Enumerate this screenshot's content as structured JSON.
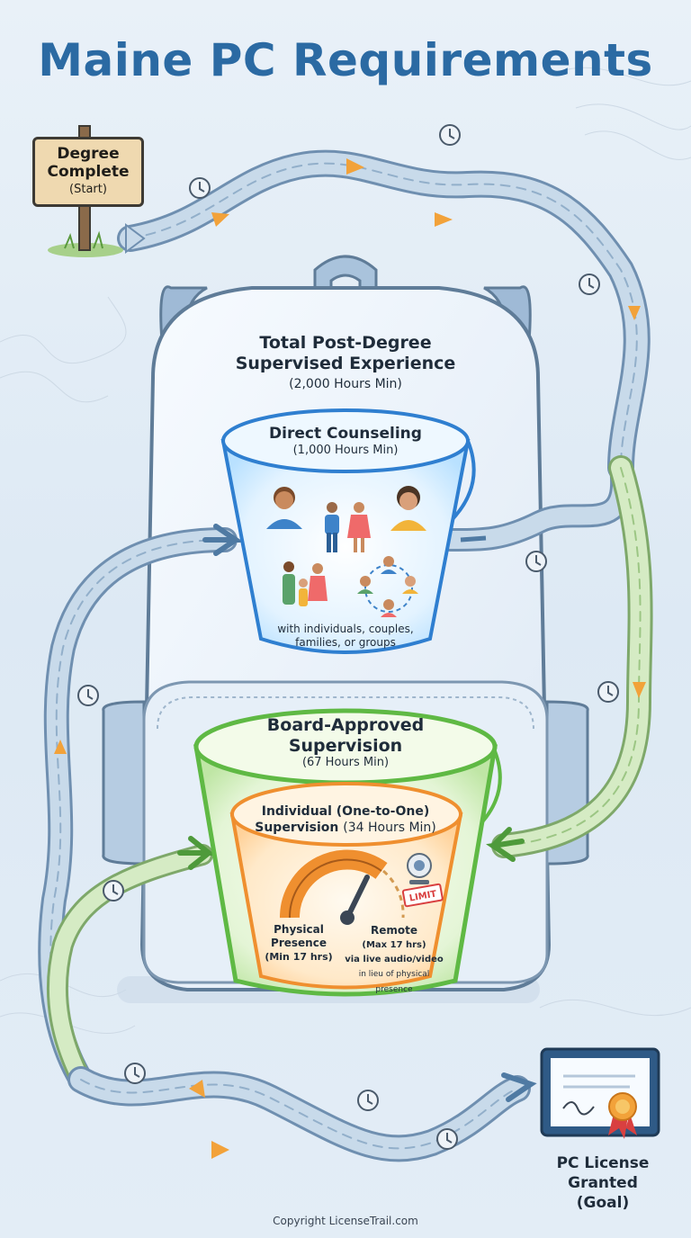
{
  "title": "Maine PC Requirements",
  "start": {
    "line1": "Degree",
    "line2": "Complete",
    "line3": "(Start)"
  },
  "total": {
    "line1": "Total Post-Degree",
    "line2": "Supervised Experience",
    "hours": "(2,000 Hours Min)"
  },
  "direct": {
    "title": "Direct Counseling",
    "hours": "(1,000 Hours Min)",
    "desc1": "with individuals, couples,",
    "desc2": "families, or groups"
  },
  "board": {
    "line1": "Board-Approved",
    "line2": "Supervision",
    "hours": "(67 Hours Min)"
  },
  "individual": {
    "line1": "Individual (One-to-One)",
    "line2a": "Supervision",
    "line2b": "(34 Hours Min)"
  },
  "physical": {
    "line1": "Physical",
    "line2": "Presence",
    "line3": "(Min 17 hrs)"
  },
  "remote": {
    "line1": "Remote",
    "line2": "(Max 17 hrs)",
    "line3": "via live audio/video",
    "line4": "in lieu of physical",
    "line5": "presence"
  },
  "limit_badge": "LIMIT",
  "goal": {
    "line1": "PC License",
    "line2": "Granted",
    "line3": "(Goal)"
  },
  "copyright": "Copyright LicenseTrail.com",
  "colors": {
    "title": "#2b6aa3",
    "trail": "#b9cfe3",
    "trail_green": "#cfe6b8",
    "arrow_orange": "#f2a23a",
    "bucket_blue": "#2f7fd0",
    "bucket_green": "#5fb944",
    "bucket_orange": "#ef8f2f"
  },
  "icons": [
    "clock-icon",
    "signpost-icon",
    "backpack-icon",
    "bucket-icon",
    "person-icon",
    "couple-icon",
    "family-icon",
    "group-icon",
    "gauge-icon",
    "webcam-icon",
    "certificate-icon",
    "ribbon-icon"
  ]
}
